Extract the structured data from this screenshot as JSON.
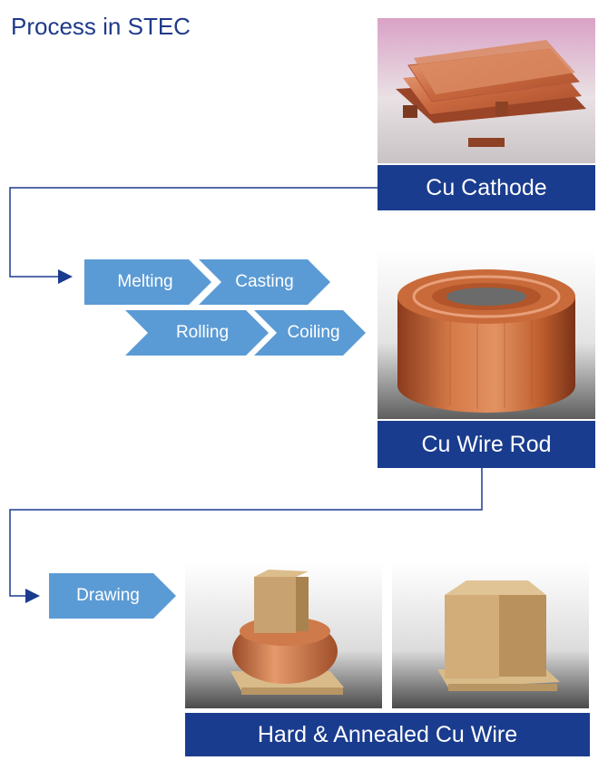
{
  "title": "Process in STEC",
  "products": {
    "cathode": "Cu Cathode",
    "wire_rod": "Cu Wire Rod",
    "wire": "Hard & Annealed Cu Wire"
  },
  "steps": {
    "melting": "Melting",
    "casting": "Casting",
    "rolling": "Rolling",
    "coiling": "Coiling",
    "drawing": "Drawing"
  },
  "colors": {
    "title": "#1f3a8a",
    "label_bg": "#1a3c8e",
    "step_fill": "#5b9bd5",
    "connector": "#1a3c8e"
  }
}
